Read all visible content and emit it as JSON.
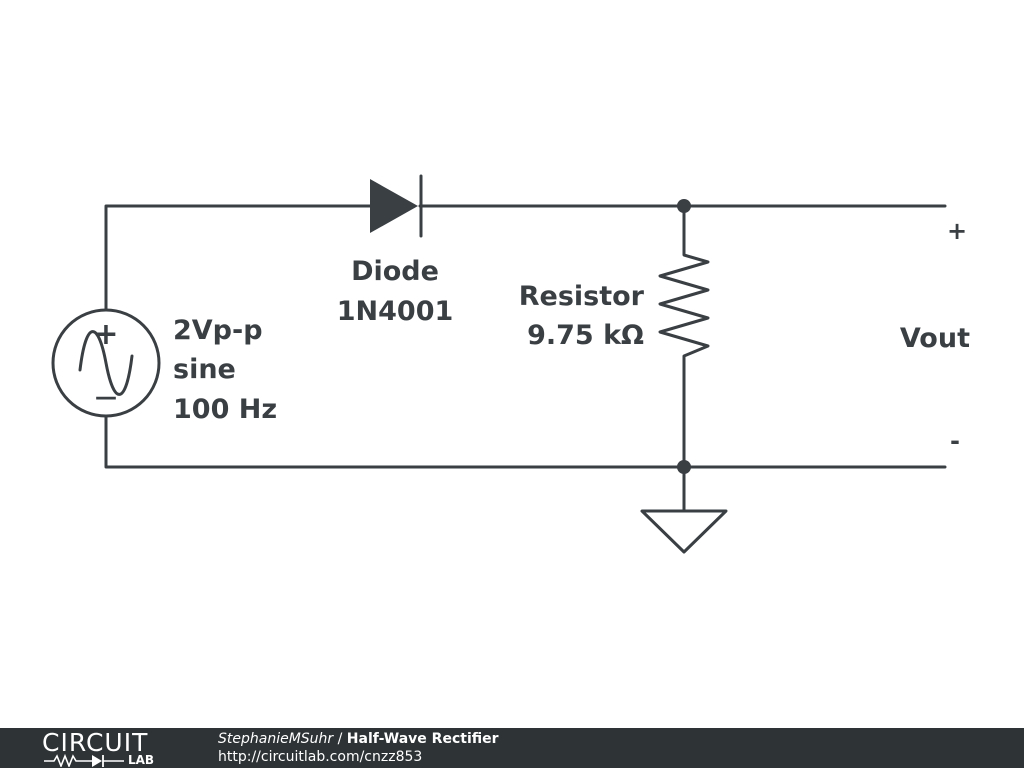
{
  "source": {
    "amplitude_label": "2Vp-p",
    "waveform_label": "sine",
    "frequency_label": "100 Hz",
    "plus_sign": "+",
    "minus_sign": "—"
  },
  "diode": {
    "name": "Diode",
    "part": "1N4001"
  },
  "resistor": {
    "name": "Resistor",
    "value": "9.75 kΩ"
  },
  "output": {
    "plus": "+",
    "label": "Vout",
    "minus": "-"
  },
  "footer": {
    "logo_top": "CIRCUIT",
    "logo_bottom": "LAB",
    "author": "StephanieMSuhr",
    "separator": " / ",
    "title": "Half-Wave Rectifier",
    "url": "http://circuitlab.com/cnzz853"
  },
  "colors": {
    "wire": "#3a3f44",
    "footer_bg": "#2e3336",
    "footer_text": "#ffffff"
  }
}
